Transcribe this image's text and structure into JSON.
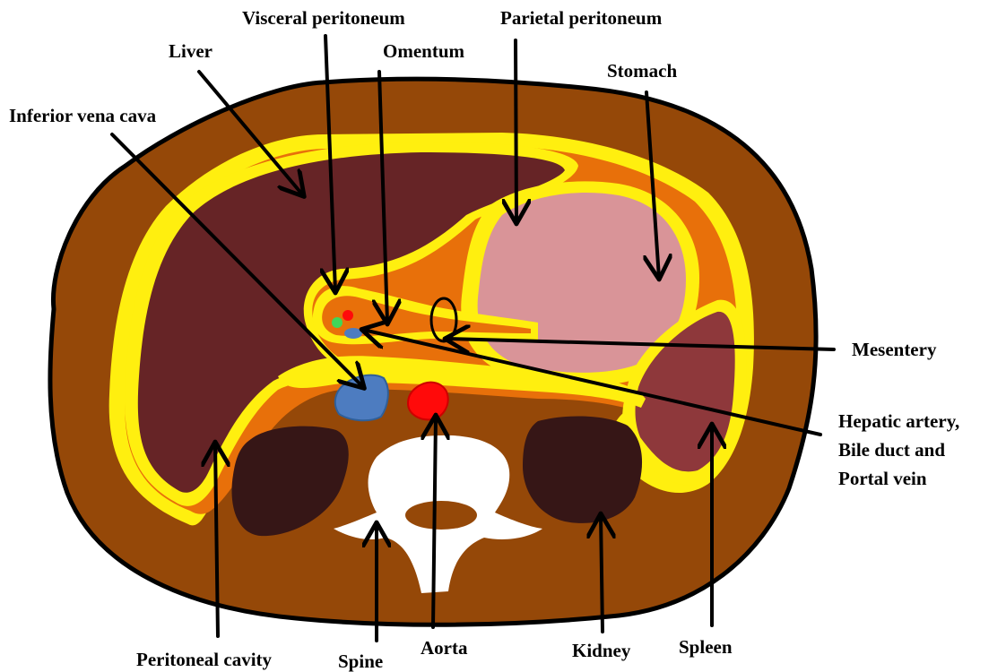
{
  "labels": {
    "visceral_peritoneum": "Visceral peritoneum",
    "parietal_peritoneum": "Parietal peritoneum",
    "liver": "Liver",
    "omentum": "Omentum",
    "stomach": "Stomach",
    "inferior_vena_cava": "Inferior vena cava",
    "mesentery": "Mesentery",
    "hepatic_line1": "Hepatic artery,",
    "hepatic_line2": "Bile duct and",
    "hepatic_line3": "Portal vein",
    "peritoneal_cavity": "Peritoneal cavity",
    "spine": "Spine",
    "aorta": "Aorta",
    "kidney": "Kidney",
    "spleen": "Spleen"
  },
  "colors": {
    "body_wall": "#954808",
    "peritoneal_space": "#e8700a",
    "peritoneum": "#ffef0f",
    "liver": "#662426",
    "stomach": "#d99498",
    "spleen": "#8e383b",
    "kidney": "#361616",
    "spine": "#ffffff",
    "ivc": "#4d7cc0",
    "aorta": "#ff0a0a",
    "outline": "#000000"
  }
}
